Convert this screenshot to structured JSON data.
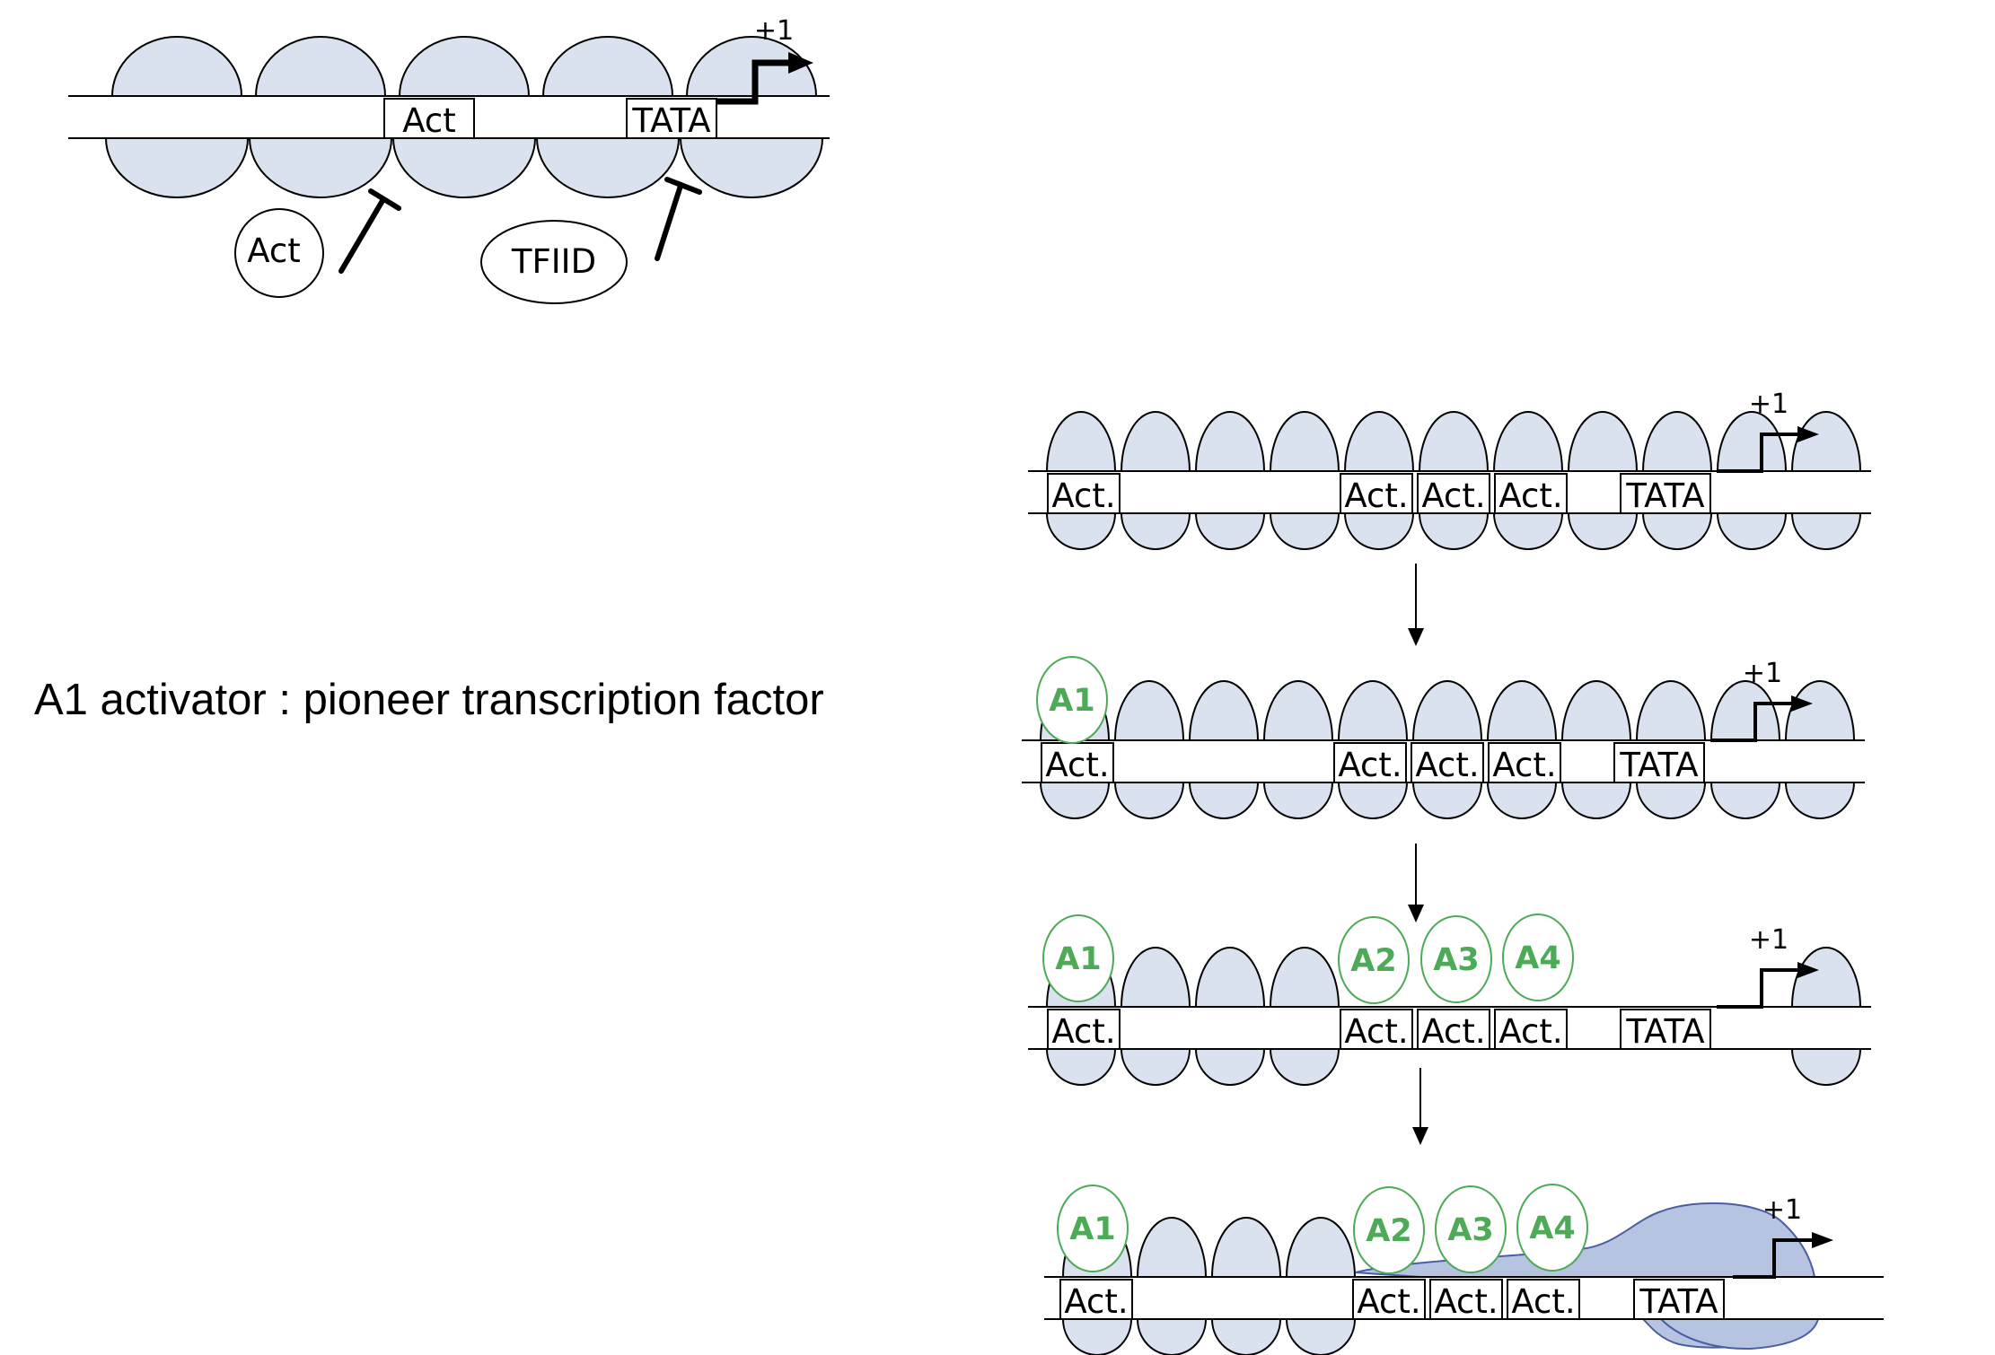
{
  "colors": {
    "nucleosome_fill": "#dbe2ef",
    "line": "#000000",
    "activator_text": "#4daa57",
    "activator_stroke": "#4daa57",
    "complex_fill": "#b6c3e1",
    "complex_stroke": "#4a5ea3"
  },
  "top_diagram": {
    "box_act": "Act",
    "box_tata": "TATA",
    "tss": "+1",
    "factor_act": "Act",
    "factor_tfiid": "TFIID"
  },
  "caption": {
    "part1": "A1 activator : ",
    "part2": "pioneer transcription factor"
  },
  "panels": {
    "box_act": "Act.",
    "box_tata": "TATA",
    "tss": "+1",
    "activators": [
      "A1",
      "A2",
      "A3",
      "A4"
    ]
  }
}
